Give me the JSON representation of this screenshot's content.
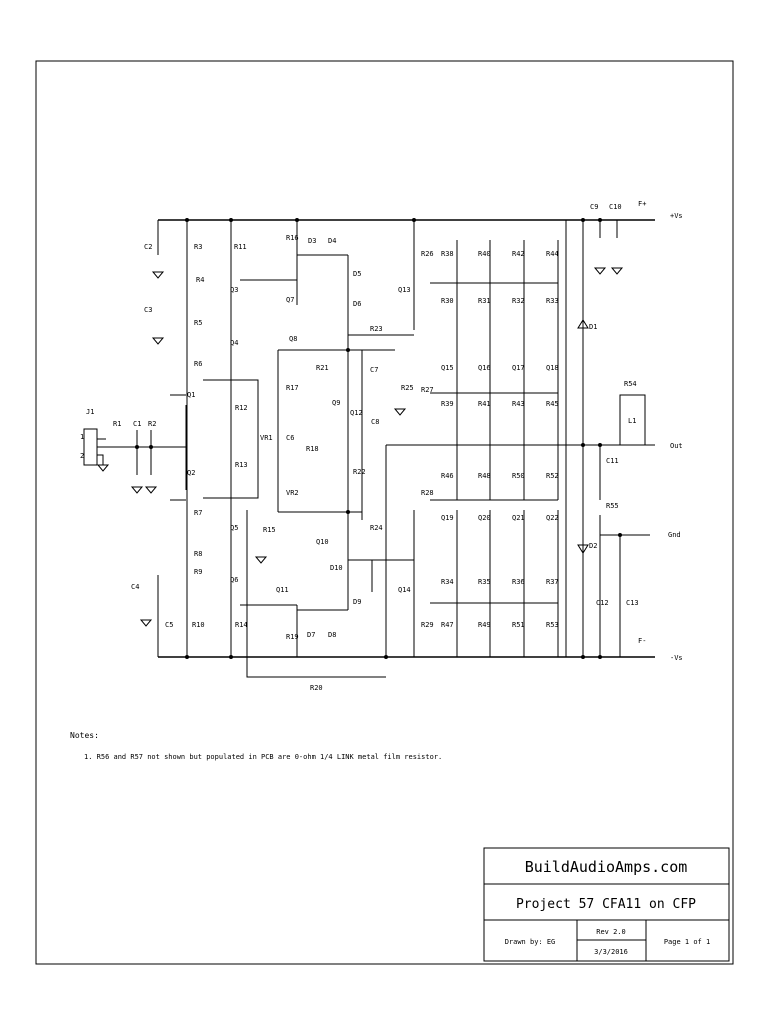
{
  "components": {
    "J1": "J1",
    "R1": "R1",
    "C1": "C1",
    "R2": "R2",
    "C2": "C2",
    "R3": "R3",
    "R11": "R11",
    "R4": "R4",
    "C3": "C3",
    "R5": "R5",
    "R6": "R6",
    "Q3": "Q3",
    "Q4": "Q4",
    "Q1": "Q1",
    "Q2": "Q2",
    "R12": "R12",
    "R13": "R13",
    "VR1": "VR1",
    "R7": "R7",
    "Q5": "Q5",
    "R8": "R8",
    "R9": "R9",
    "Q6": "Q6",
    "C4": "C4",
    "C5": "C5",
    "R10": "R10",
    "R14": "R14",
    "R15": "R15",
    "R16": "R16",
    "D3": "D3",
    "D4": "D4",
    "D5": "D5",
    "D6": "D6",
    "Q7": "Q7",
    "Q8": "Q8",
    "R17": "R17",
    "R21": "R21",
    "Q9": "Q9",
    "C6": "C6",
    "R18": "R18",
    "VR2": "VR2",
    "C7": "C7",
    "Q12": "Q12",
    "C8": "C8",
    "R22": "R22",
    "R23": "R23",
    "R24": "R24",
    "R25": "R25",
    "Q10": "Q10",
    "Q11": "Q11",
    "D10": "D10",
    "D9": "D9",
    "R19": "R19",
    "D7": "D7",
    "D8": "D8",
    "R20": "R20",
    "Q13": "Q13",
    "R26": "R26",
    "R38": "R38",
    "R40": "R40",
    "R42": "R42",
    "R44": "R44",
    "R30": "R30",
    "R31": "R31",
    "R32": "R32",
    "R33": "R33",
    "R27": "R27",
    "Q15": "Q15",
    "Q16": "Q16",
    "Q17": "Q17",
    "Q18": "Q18",
    "R39": "R39",
    "R41": "R41",
    "R43": "R43",
    "R45": "R45",
    "R46": "R46",
    "R48": "R48",
    "R50": "R50",
    "R52": "R52",
    "R28": "R28",
    "Q19": "Q19",
    "Q20": "Q20",
    "Q21": "Q21",
    "Q22": "Q22",
    "R34": "R34",
    "R35": "R35",
    "R36": "R36",
    "R37": "R37",
    "Q14": "Q14",
    "R29": "R29",
    "R47": "R47",
    "R49": "R49",
    "R51": "R51",
    "R53": "R53",
    "C9": "C9",
    "C10": "C10",
    "D1": "D1",
    "D2": "D2",
    "R54": "R54",
    "L1": "L1",
    "C11": "C11",
    "R55": "R55",
    "C12": "C12",
    "C13": "C13"
  },
  "pins": {
    "pin1": "1",
    "pin2": "2"
  },
  "nets": {
    "fplus": "F+",
    "vs_pos": "+Vs",
    "out": "Out",
    "gnd": "Gnd",
    "fminus": "F-",
    "vs_neg": "-Vs"
  },
  "notes": {
    "heading": "Notes:",
    "line1": "1. R56 and R57 not shown but populated in PCB are 0-ohm 1/4 LINK metal film resistor."
  },
  "title_block": {
    "company": "BuildAudioAmps.com",
    "project": "Project 57 CFA11 on CFP",
    "drawn_by": "Drawn by: EG",
    "rev": "Rev 2.0",
    "date": "3/3/2016",
    "page": "Page 1 of 1"
  }
}
